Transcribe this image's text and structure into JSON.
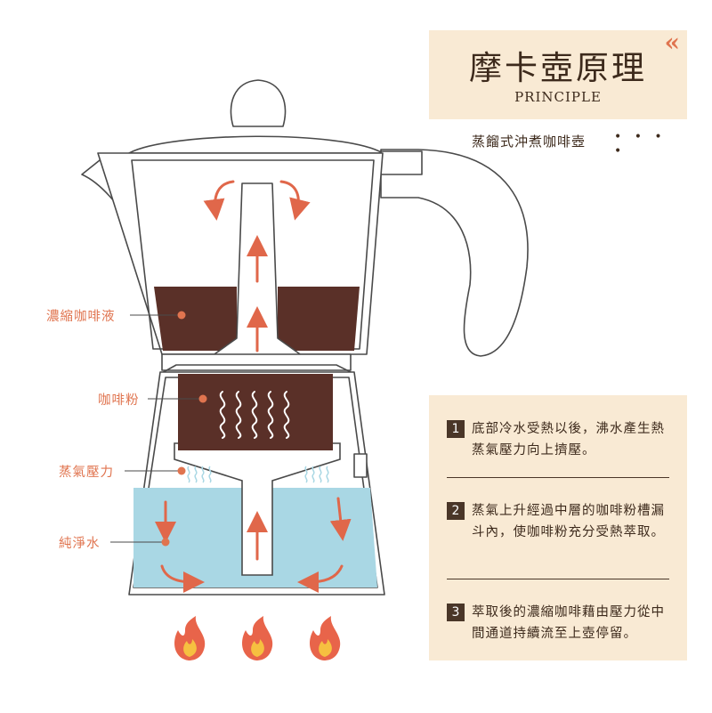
{
  "header": {
    "title": "摩卡壺原理",
    "subtitle_en": "PRINCIPLE",
    "tagline": "蒸餾式沖煮咖啡壺",
    "dots": "• • • •"
  },
  "labels": {
    "concentrated_coffee": "濃縮咖啡液",
    "coffee_grounds": "咖啡粉",
    "steam_pressure": "蒸氣壓力",
    "pure_water": "純淨水"
  },
  "steps": [
    {
      "num": "1",
      "text": "底部冷水受熱以後，沸水產生熱蒸氣壓力向上擠壓。"
    },
    {
      "num": "2",
      "text": "蒸氣上升經過中層的咖啡粉槽漏斗內，使咖啡粉充分受熱萃取。"
    },
    {
      "num": "3",
      "text": "萃取後的濃縮咖啡藉由壓力從中間通道持續流至上壺停留。"
    }
  ],
  "colors": {
    "outline": "#4a4a4a",
    "coffee": "#5a3028",
    "water": "#a9d7e4",
    "arrow": "#e0674a",
    "panel": "#f9ead4",
    "text": "#3d2a1c",
    "label": "#e0744f"
  }
}
